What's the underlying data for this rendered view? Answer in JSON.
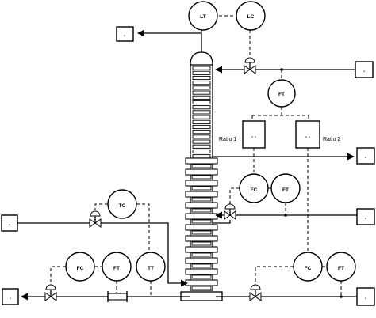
{
  "instruments": {
    "lt": "LT",
    "lc": "LC",
    "ft_reflux": "FT",
    "tc_mid": "TC",
    "fc_right": "FC",
    "ft_right": "FT",
    "fc_left": "FC",
    "ft_left": "FT",
    "tt_left": "TT",
    "fc_bottom": "FC",
    "ft_bottom": "FT"
  },
  "ratio_blocks": {
    "ratio1_text": "Ratio 1",
    "ratio2_text": "Ratio 2",
    "block1_label": "- -",
    "block2_label": "- -"
  },
  "stream_boxes": {
    "top_left_label": "-",
    "reflux_right_label": "-",
    "side_draw_right_label": "-",
    "feed_left_label": "-",
    "feed_right_label": "-",
    "bottom_left_label": "-",
    "bottom_right_label": "-"
  }
}
